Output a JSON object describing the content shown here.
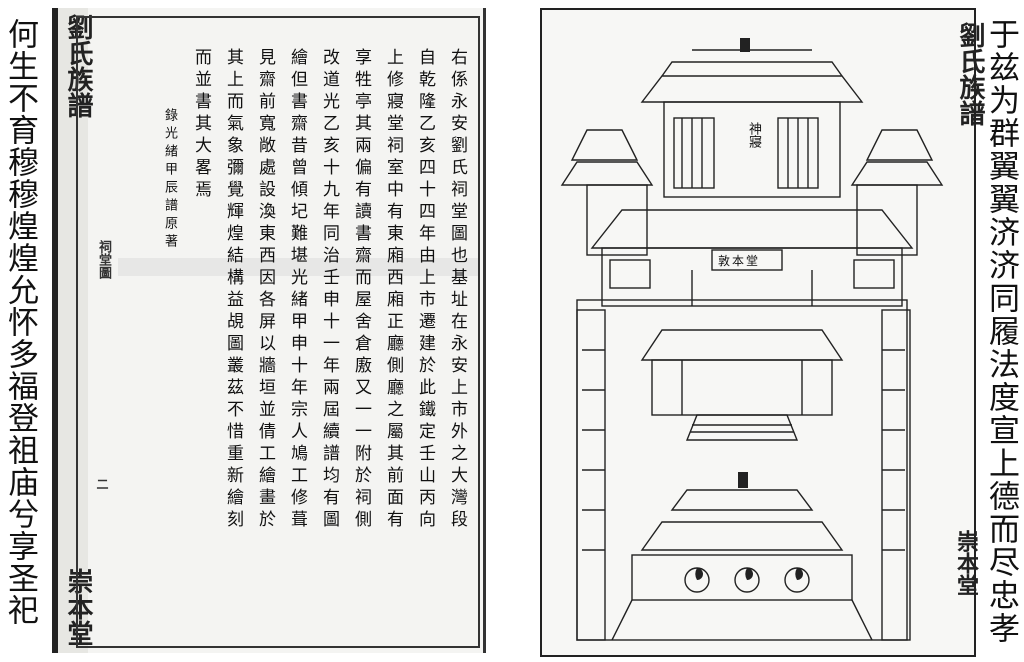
{
  "left_caption": "何生不育穆穆煌煌允怀多福登祖庙兮享圣祀",
  "right_caption": "于兹为群翼翼济济同履法度宣上德而尽忠孝",
  "left_page": {
    "book_title": "劉氏族譜",
    "section_label": "祠堂圖",
    "page_number": "二",
    "hall_name": "崇本堂",
    "columns": [
      "右係永安劉氏祠堂圖也基址在永安上市外之大灣段",
      "自乾隆乙亥四十四年由上市遷建於此鐵定壬山丙向",
      "上修寢堂祠室中有東廂西廂正廳側廳之屬其前面有",
      "享牲亭其兩偏有讀書齋而屋舍倉廒又一一附於祠側",
      "改道光乙亥十九年同治壬申十一年兩屆續譜均有圖",
      "繪但書齋昔曾傾圮難堪光緒甲申十年宗人鳩工修葺",
      "見齋前寬敞處設渙東西因各屏以牆垣並倩工繪畫於",
      "其上而氣象彌覺輝煌結構益覘圖叢茲不惜重新繪刻",
      "而並書其大畧焉",
      "錄光緒甲辰譜原著"
    ]
  },
  "right_page": {
    "book_title": "劉氏族譜",
    "hall_name": "崇本堂",
    "upper_plaque": "神寢",
    "middle_plaque": "敦本堂"
  }
}
